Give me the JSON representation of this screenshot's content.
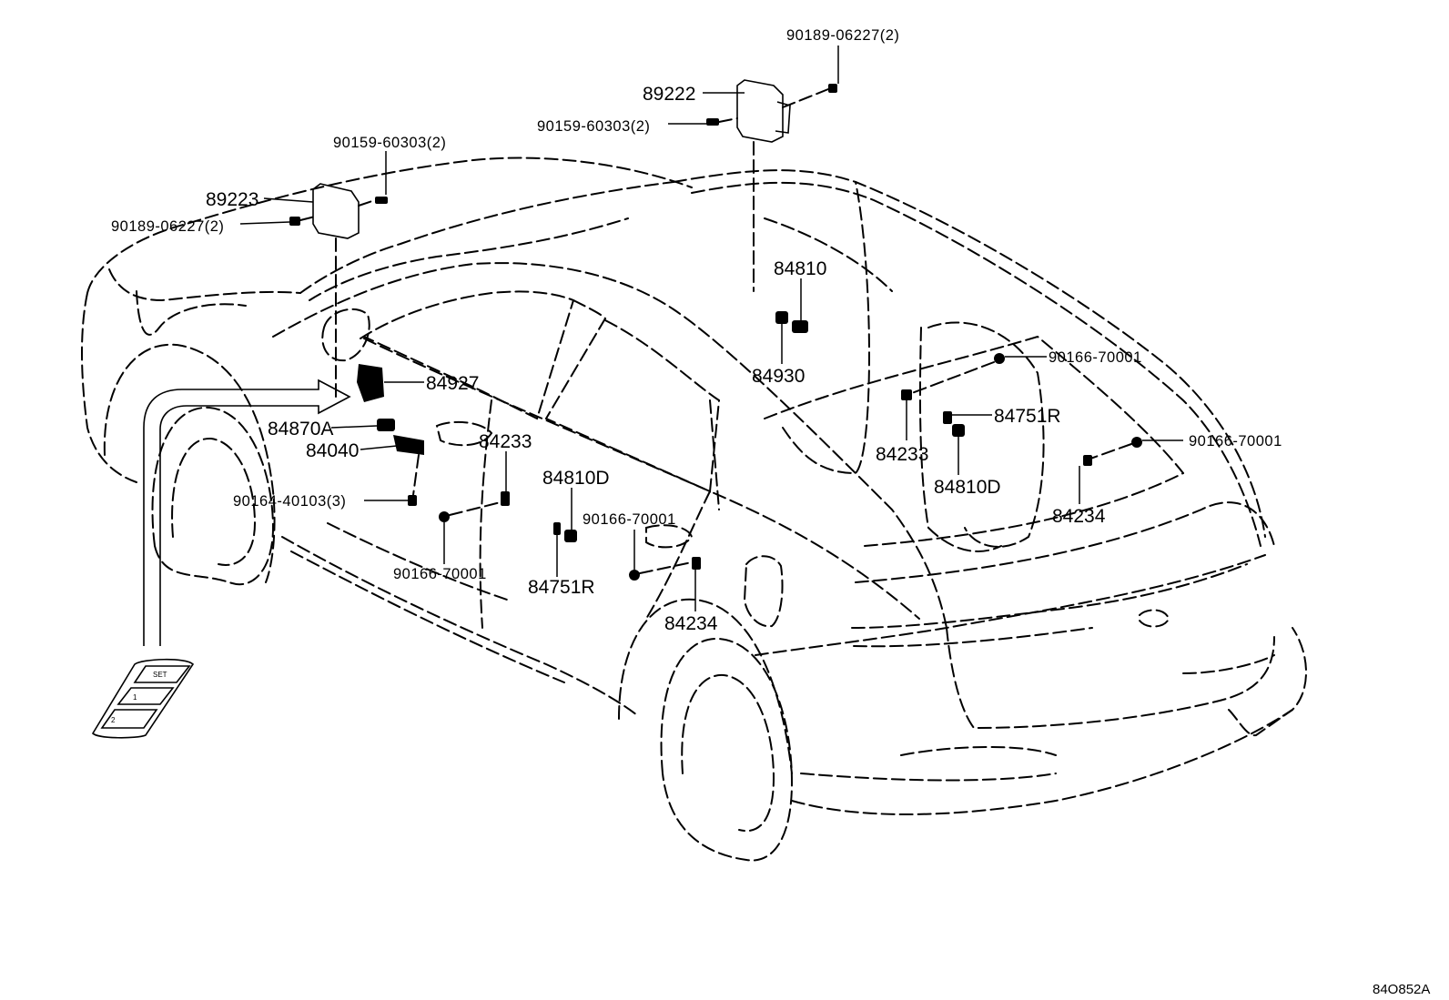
{
  "diagram": {
    "reference": "84O852A",
    "switch_labels": {
      "set": "SET",
      "memory_1": "1",
      "memory_2": "2"
    },
    "callouts": {
      "p89222": "89222",
      "p90189_06227_top": "90189-06227(2)",
      "p90159_60303_top": "90159-60303(2)",
      "p90159_60303_left": "90159-60303(2)",
      "p89223": "89223",
      "p90189_06227_left": "90189-06227(2)",
      "p84810": "84810",
      "p84930": "84930",
      "p84927": "84927",
      "p84870A": "84870A",
      "p84040": "84040",
      "p90164_40103": "90164-40103(3)",
      "p84233_front": "84233",
      "p90166_70001_front": "90166-70001",
      "p84810D_front": "84810D",
      "p84751R_front": "84751R",
      "p90166_70001_mid": "90166-70001",
      "p84234_mid": "84234",
      "p90166_70001_rear1": "90166-70001",
      "p84751R_rear": "84751R",
      "p84233_rear": "84233",
      "p84810D_rear": "84810D",
      "p90166_70001_rear2": "90166-70001",
      "p84234_rear": "84234"
    }
  }
}
